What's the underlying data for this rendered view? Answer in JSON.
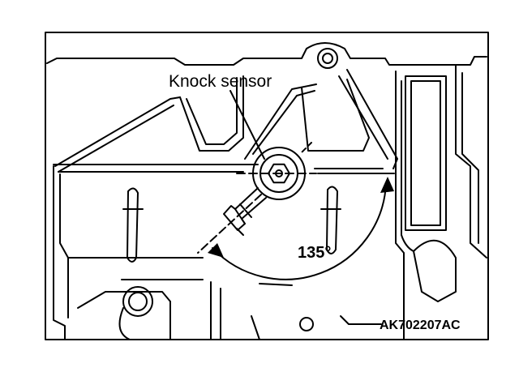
{
  "labels": {
    "component": "Knock sensor",
    "angle": "135°",
    "figure_code": "AK702207AC"
  },
  "colors": {
    "line": "#000000",
    "background": "#ffffff"
  }
}
